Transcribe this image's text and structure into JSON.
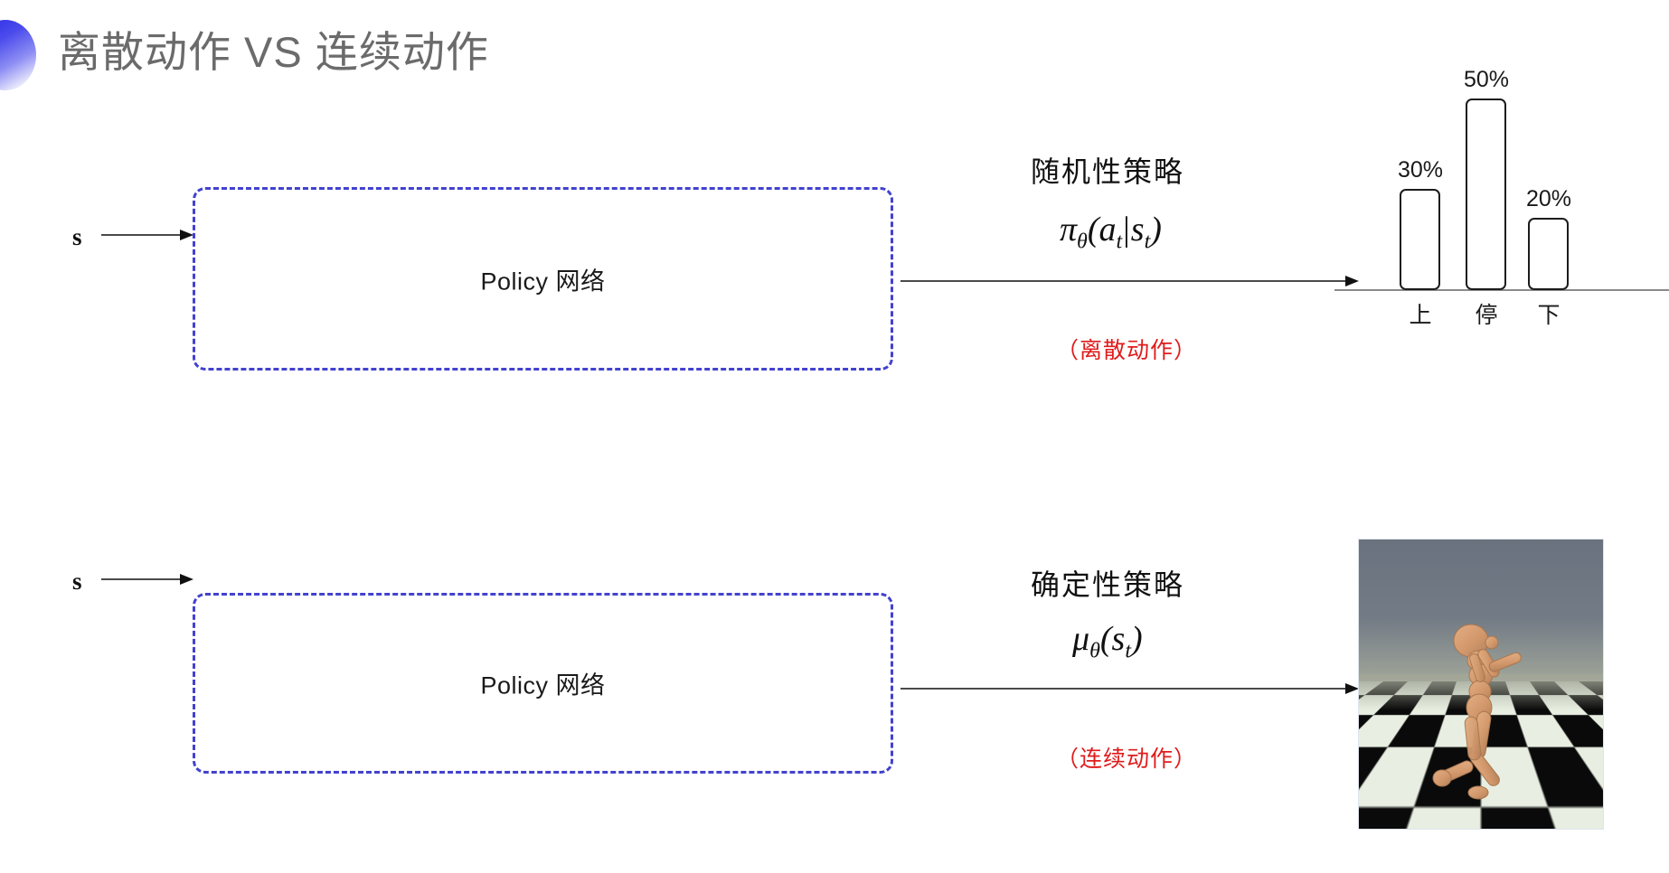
{
  "slide": {
    "title": "离散动作 VS 连续动作",
    "title_color": "#6b6b6b",
    "bullet_icon": "half-circle-gradient-bullet",
    "accent_color": "#3838e8",
    "background": "#ffffff"
  },
  "rows": [
    {
      "id": "discrete",
      "input_label": "s",
      "policy_box_label": "Policy 网络",
      "policy_box_color": "#4242cf",
      "caption_title": "随机性策略",
      "caption_formula": "πθ(at|st)",
      "caption_formula_parts": {
        "fn": "π",
        "fn_sub": "θ",
        "open": "(",
        "arg1": "a",
        "arg1_sub": "t",
        "bar": "|",
        "arg2": "s",
        "arg2_sub": "t",
        "close": ")"
      },
      "caption_note": "（离散动作）",
      "caption_note_color": "#e01b1b",
      "output_kind": "bar-chart"
    },
    {
      "id": "continuous",
      "input_label": "s",
      "policy_box_label": "Policy 网络",
      "policy_box_color": "#4242cf",
      "caption_title": "确定性策略",
      "caption_formula": "μθ(st)",
      "caption_formula_parts": {
        "fn": "μ",
        "fn_sub": "θ",
        "open": "(",
        "arg1": "s",
        "arg1_sub": "t",
        "close": ")"
      },
      "caption_note": "（连续动作）",
      "caption_note_color": "#e01b1b",
      "output_kind": "humanoid-simulation-image"
    }
  ],
  "chart_data": {
    "type": "bar",
    "title": "",
    "xlabel": "",
    "ylabel": "",
    "categories": [
      "上",
      "停",
      "下"
    ],
    "values": [
      30,
      50,
      20
    ],
    "value_labels": [
      "30%",
      "50%",
      "20%"
    ],
    "ylim": [
      0,
      60
    ],
    "grid": false,
    "legend": "none",
    "bar_style": {
      "fill": "#ffffff",
      "stroke": "#1c1c1c",
      "rounded": true
    },
    "axis_color": "#8a8a8a"
  },
  "sim_image": {
    "alt": "MuJoCo humanoid running on checkerboard floor",
    "sky_color": "#707a86",
    "floor_light": "#e8efe2",
    "floor_dark": "#0a0a0a",
    "body_color": "#d79e74"
  }
}
